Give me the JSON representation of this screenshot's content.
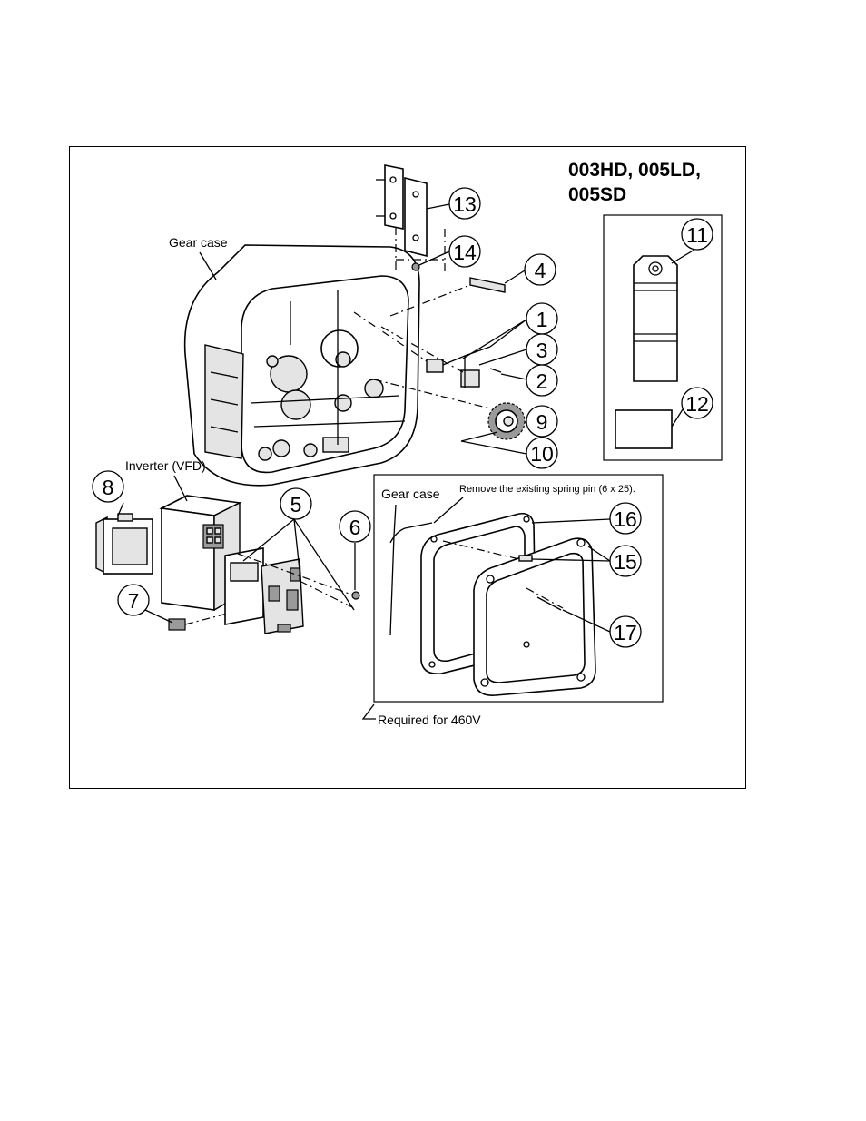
{
  "title": {
    "line1": "003HD, 005LD,",
    "line2": "005SD"
  },
  "labels": {
    "gear_case": "Gear case",
    "inverter": "Inverter (VFD)",
    "inset_gear_case": "Gear case",
    "spring_pin_note": "Remove the existing spring pin (6 x 25).",
    "required_460v": "Required for 460V"
  },
  "callouts": {
    "c1": "1",
    "c2": "2",
    "c3": "3",
    "c4": "4",
    "c5": "5",
    "c6": "6",
    "c7": "7",
    "c8": "8",
    "c9": "9",
    "c10": "10",
    "c11": "11",
    "c12": "12",
    "c13": "13",
    "c14": "14",
    "c15": "15",
    "c16": "16",
    "c17": "17"
  }
}
